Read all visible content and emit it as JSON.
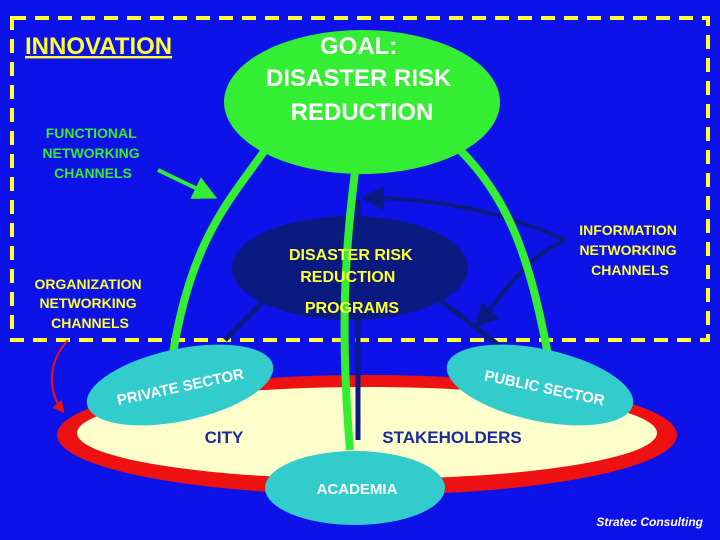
{
  "title": "INNOVATION",
  "goal": {
    "line1": "GOAL:",
    "line2": "DISASTER RISK",
    "line3": "REDUCTION"
  },
  "programs": {
    "line1": "DISASTER RISK",
    "line2": "REDUCTION",
    "line3": "PROGRAMS"
  },
  "functional": {
    "line1": "FUNCTIONAL",
    "line2": "NETWORKING",
    "line3": "CHANNELS"
  },
  "information": {
    "line1": "INFORMATION",
    "line2": "NETWORKING",
    "line3": "CHANNELS"
  },
  "organization": {
    "line1": "ORGANIZATION",
    "line2": "NETWORKING",
    "line3": "CHANNELS"
  },
  "private_sector": "PRIVATE SECTOR",
  "public_sector": "PUBLIC SECTOR",
  "academia": "ACADEMIA",
  "city": "CITY",
  "stakeholders": "STAKEHOLDERS",
  "credit": "Stratec Consulting",
  "colors": {
    "background": "#0d12e8",
    "green": "#33ee33",
    "yellow": "#ffff33",
    "cyan": "#33cccc",
    "red": "#ee1111",
    "cream": "#ffffcc",
    "navy": "#0a1a80"
  }
}
